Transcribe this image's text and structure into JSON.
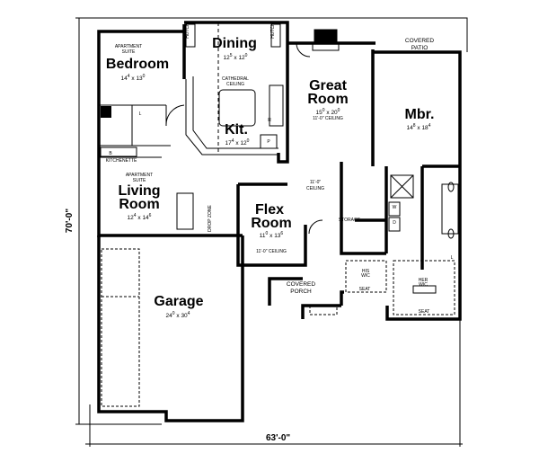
{
  "plan": {
    "overall_width": "63'-0\"",
    "overall_depth": "70'-0\"",
    "rooms": {
      "apt_bedroom": {
        "prefix": "APARTMENT",
        "prefix2": "SUITE",
        "name": "Bedroom",
        "w": "14",
        "w_in": "4",
        "d": "13",
        "d_in": "0"
      },
      "dining": {
        "name": "Dining",
        "w": "12",
        "w_in": "5",
        "d": "12",
        "d_in": "0"
      },
      "kitchen": {
        "note": "CATHEDRAL",
        "note2": "CEILING",
        "name": "Kit.",
        "w": "17",
        "w_in": "4",
        "d": "12",
        "d_in": "0"
      },
      "great_room": {
        "name": "Great",
        "name2": "Room",
        "w": "15",
        "w_in": "0",
        "d": "20",
        "d_in": "0",
        "ceiling": "11'-0\" CEILING"
      },
      "covered_patio": {
        "name": "COVERED",
        "name2": "PATIO"
      },
      "mbr": {
        "name": "Mbr.",
        "w": "14",
        "w_in": "8",
        "d": "18",
        "d_in": "4"
      },
      "kitchenette": {
        "name": "KITCHENETTE"
      },
      "apt_living": {
        "prefix": "APARTMENT",
        "prefix2": "SUITE",
        "name": "Living",
        "name2": "Room",
        "w": "12",
        "w_in": "4",
        "d": "14",
        "d_in": "6"
      },
      "hall": {
        "ceiling": "11'-0\"",
        "ceiling2": "CEILING"
      },
      "flex": {
        "name": "Flex",
        "name2": "Room",
        "w": "11",
        "w_in": "0",
        "d": "13",
        "d_in": "6",
        "ceiling": "11'-0\" CEILING"
      },
      "storage": {
        "name": "STORAGE"
      },
      "drop_zone": {
        "name": "DROP ZONE"
      },
      "hutch_left": {
        "name": "HUTCH"
      },
      "hutch_right": {
        "name": "HUTCH"
      },
      "covered_porch": {
        "name": "COVERED",
        "name2": "PORCH"
      },
      "his_wic": {
        "name": "HIS",
        "name2": "WIC"
      },
      "her_wic": {
        "name": "HER",
        "name2": "WIC"
      },
      "seat_his": {
        "name": "SEAT"
      },
      "seat_her": {
        "name": "SEAT"
      },
      "garage": {
        "name": "Garage",
        "w": "24",
        "w_in": "0",
        "d": "30",
        "d_in": "4"
      }
    },
    "fixtures": {
      "refrigerator": "R",
      "pantry": "P",
      "laundry_l": "L",
      "washer": "W",
      "dryer": "D",
      "bar_b": "B",
      "mbath_l": "L"
    }
  }
}
